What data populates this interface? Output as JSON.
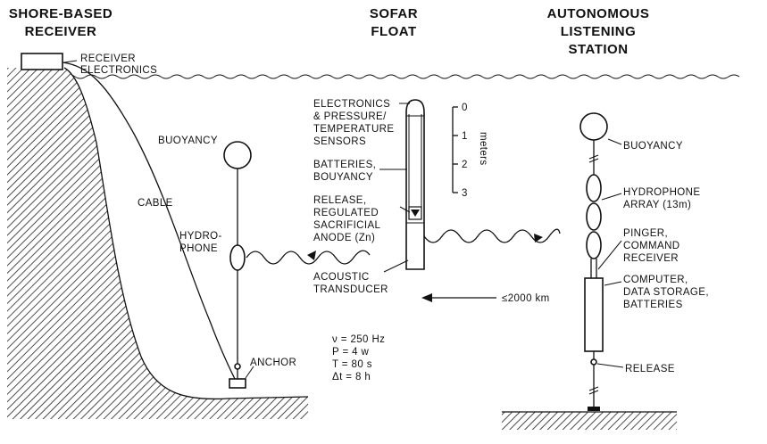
{
  "headings": {
    "shore_line1": "SHORE-BASED",
    "shore_line2": "RECEIVER",
    "sofar_line1": "SOFAR",
    "sofar_line2": "FLOAT",
    "auto_line1": "AUTONOMOUS",
    "auto_line2": "LISTENING",
    "auto_line3": "STATION"
  },
  "labels": {
    "receiver_electronics_1": "RECEIVER",
    "receiver_electronics_2": "ELECTRONICS",
    "cable": "CABLE",
    "buoyancy_left": "BUOYANCY",
    "hydrophone_1": "HYDRO-",
    "hydrophone_2": "PHONE",
    "anchor": "ANCHOR",
    "float_electronics_1": "ELECTRONICS",
    "float_electronics_2": "& PRESSURE/",
    "float_electronics_3": "TEMPERATURE",
    "float_electronics_4": "SENSORS",
    "batteries_1": "BATTERIES,",
    "batteries_2": "BOUYANCY",
    "release_anode_1": "RELEASE,",
    "release_anode_2": "REGULATED",
    "release_anode_3": "SACRIFICIAL",
    "release_anode_4": "ANODE (Zn)",
    "acoustic_1": "ACOUSTIC",
    "acoustic_2": "TRANSDUCER",
    "buoyancy_right": "BUOYANCY",
    "hydrophone_array_1": "HYDROPHONE",
    "hydrophone_array_2": "ARRAY (13m)",
    "pinger_1": "PINGER,",
    "pinger_2": "COMMAND",
    "pinger_3": "RECEIVER",
    "computer_1": "COMPUTER,",
    "computer_2": "DATA STORAGE,",
    "computer_3": "BATTERIES",
    "release_right": "RELEASE",
    "range": "≤2000 km"
  },
  "scale": {
    "ticks": [
      "0",
      "1",
      "2",
      "3"
    ],
    "unit": "meters"
  },
  "parameters": [
    "ν = 250 Hz",
    "P = 4 w",
    "T = 80 s",
    "Δt = 8 h"
  ]
}
